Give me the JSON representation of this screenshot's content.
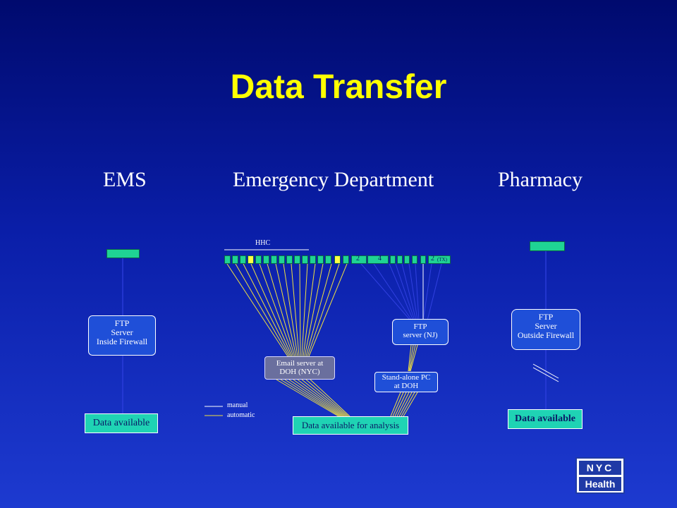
{
  "slide": {
    "title": "Data Transfer",
    "columns": {
      "ems": "EMS",
      "ed": "Emergency Department",
      "pharmacy": "Pharmacy"
    }
  },
  "ems": {
    "ftp_lines": [
      "FTP",
      "Server",
      "Inside Firewall"
    ],
    "output": "Data available"
  },
  "ed": {
    "group_label": "HHC",
    "square_labels": {
      "s1": "2",
      "s2": "4",
      "s3": "2",
      "s3_suffix": "(TX)"
    },
    "email_lines": [
      "Email server at",
      "DOH (NYC)"
    ],
    "ftp_lines": [
      "FTP",
      "server (NJ)"
    ],
    "pc_lines": [
      "Stand-alone PC",
      "at DOH"
    ],
    "output": "Data available for analysis"
  },
  "pharmacy": {
    "ftp_lines": [
      "FTP",
      "Server",
      "Outside Firewall"
    ],
    "output": "Data available"
  },
  "legend": {
    "manual": "manual",
    "automatic": "automatic"
  },
  "logo": {
    "top": "NYC",
    "bottom": "Health"
  },
  "colors": {
    "title": "#ffff00",
    "node_green": "#1fd394",
    "box_fill": "#1f4fd8",
    "email_fill": "#6a6f9e",
    "auto_line": "#f0e040",
    "manual_line": "#3040e0"
  }
}
